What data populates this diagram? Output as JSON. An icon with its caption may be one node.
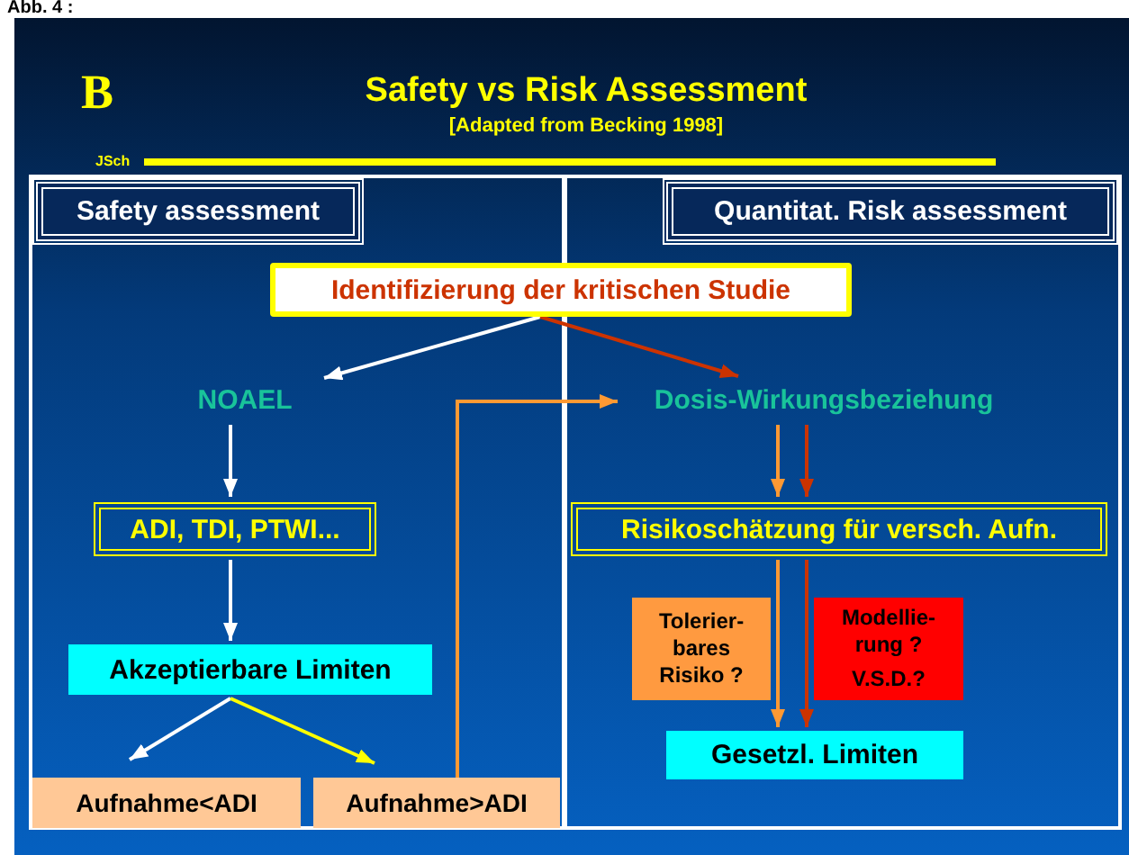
{
  "diagram": {
    "title": "Safety vs Risk Assessment",
    "nodes": [
      {
        "text": [
          "Safety assessment"
        ]
      },
      {
        "text": [
          "Quantitat. Risk assessment"
        ]
      },
      {
        "text": [
          "Identifizierung der kritischen Studie"
        ]
      },
      {
        "text": [
          "NOAEL"
        ]
      },
      {
        "text": [
          "Dosis-Wirkungsbeziehung"
        ]
      },
      {
        "text": [
          "ADI, TDI, PTWI..."
        ]
      },
      {
        "text": [
          "Risikoschätzung für versch. Aufn."
        ]
      },
      {
        "text": [
          "Akzeptierbare Limiten"
        ]
      },
      {
        "text": [
          "Tolerier- bares Risiko ?"
        ]
      },
      {
        "text": [
          "Modellie- rung ?",
          "V.S.D.?"
        ]
      },
      {
        "text": [
          "Gesetzl. Limiten"
        ]
      },
      {
        "text": [
          "Aufnahme<ADI"
        ]
      },
      {
        "text": [
          "Aufnahme>ADI"
        ]
      }
    ],
    "edges": [
      {
        "from": 2,
        "to": 3,
        "arrow": "to"
      },
      {
        "from": 2,
        "to": 4,
        "arrow": "to",
        "color": "#cc3300"
      },
      {
        "from": 3,
        "to": 5,
        "arrow": "to"
      },
      {
        "from": 5,
        "to": 7,
        "arrow": "to"
      },
      {
        "from": 7,
        "to": 11,
        "arrow": "to"
      },
      {
        "from": 7,
        "to": 12,
        "arrow": "to",
        "color": "#ffff00"
      },
      {
        "from": 12,
        "to": 4,
        "arrow": "to",
        "color": "#ff9933"
      },
      {
        "from": 4,
        "to": 6,
        "arrow": "to",
        "color": "#ff9933"
      },
      {
        "from": 4,
        "to": 6,
        "arrow": "to",
        "color": "#cc3300"
      },
      {
        "from": 6,
        "to": 10,
        "arrow": "to",
        "color": "#ff9933"
      },
      {
        "from": 6,
        "to": 10,
        "arrow": "to",
        "color": "#cc3300"
      }
    ],
    "labels": [
      "Abb. 4 :",
      "B",
      "[Adapted from Becking 1998]",
      "JSch"
    ]
  }
}
